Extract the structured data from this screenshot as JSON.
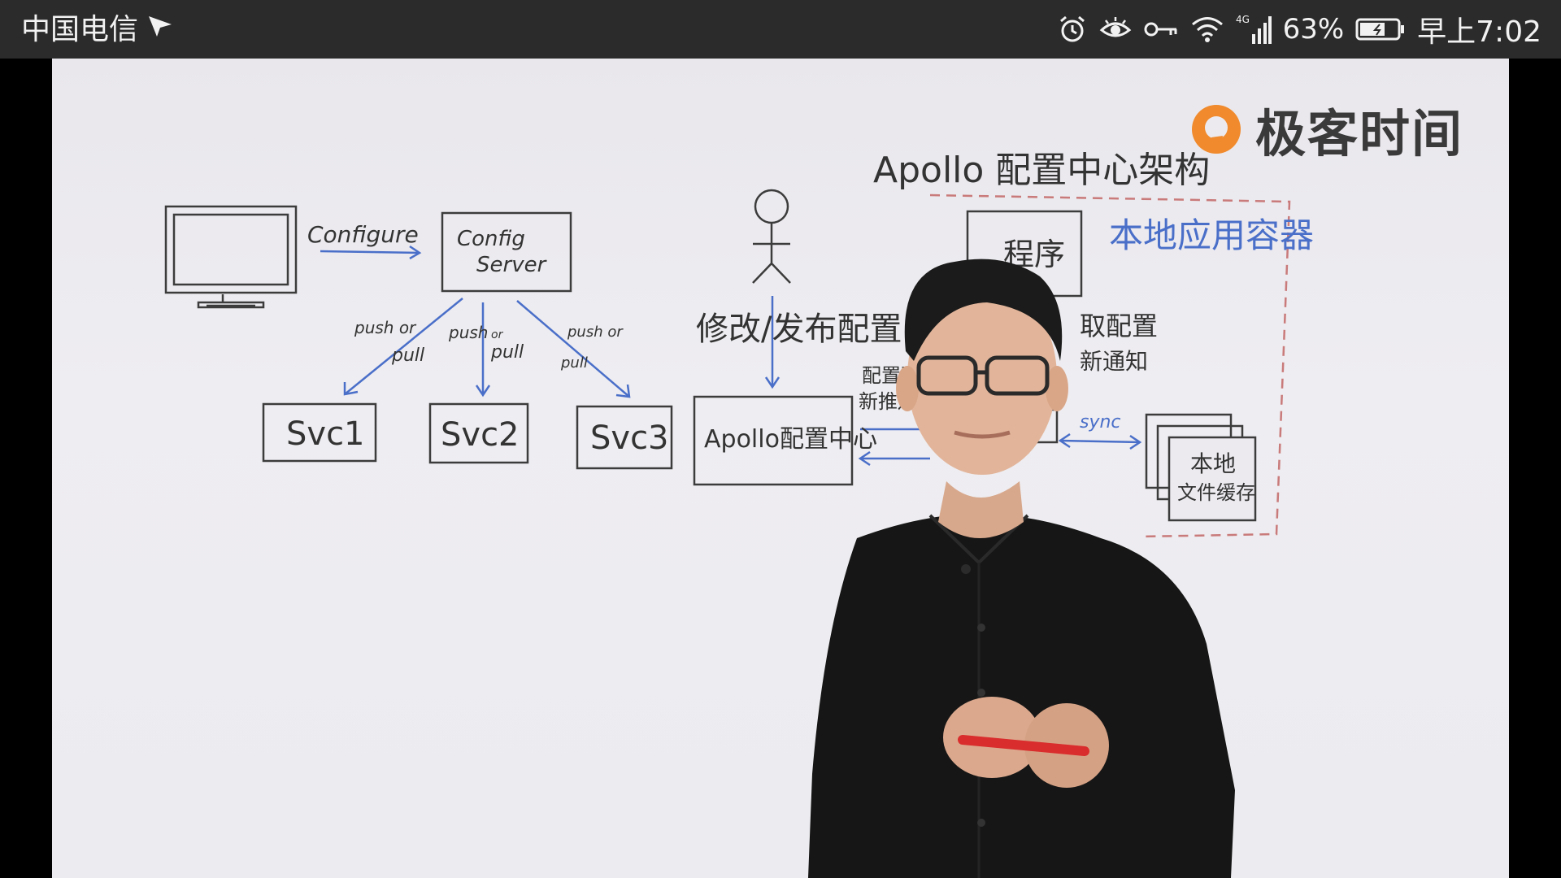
{
  "status_bar": {
    "carrier": "中国电信",
    "battery_percent": "63%",
    "time": "早上7:02",
    "network": "4G",
    "icons": [
      "send-icon",
      "alarm-icon",
      "eye-icon",
      "key-icon",
      "wifi-icon",
      "signal-icon",
      "battery-icon"
    ]
  },
  "video": {
    "logo_text": "极客时间",
    "whiteboard": {
      "title": "Apollo 配置中心架构",
      "left_diagram": {
        "arrow_label": "Configure",
        "server_line1": "Config",
        "server_line2": "Server",
        "edge_labels": [
          "push or",
          "pull",
          "push",
          "or",
          "pull",
          "push or",
          "pull"
        ],
        "services": [
          "Svc1",
          "Svc2",
          "Svc3"
        ]
      },
      "right_diagram": {
        "action_label": "修改/发布配置",
        "center_box": "Apollo配置中心",
        "push_label_line1": "配置更",
        "push_label_line2": "新推送",
        "app_box": "程序",
        "container_label": "本地应用容器",
        "fetch_label_line1": "取配置",
        "fetch_label_line2": "新通知",
        "sync_label": "sync",
        "cache_line1": "本地",
        "cache_line2": "文件缓存",
        "partial_box": "存"
      }
    }
  }
}
